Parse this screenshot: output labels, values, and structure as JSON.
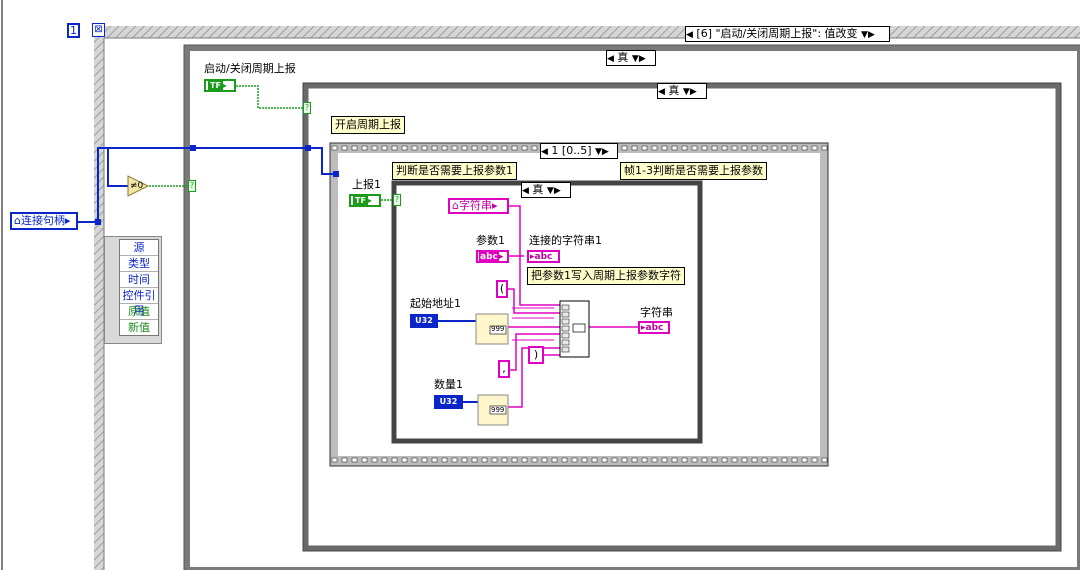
{
  "frame_index": "1",
  "event_structure": {
    "selector": "[6] \"启动/关闭周期上报\": 值改变",
    "ref_label": "连接句柄",
    "event_data_items": [
      "源",
      "类型",
      "时间",
      "控件引用",
      "原值",
      "新值"
    ],
    "not_equal_zero_glyph": "≠0",
    "question_mark": "?"
  },
  "outer_case": {
    "selector": "真",
    "control_label": "启动/关闭周期上报",
    "bool_text": "TF"
  },
  "inner_case": {
    "selector": "真",
    "comment": "开启周期上报"
  },
  "stacked_sequence": {
    "selector": "1 [0..5]",
    "comment_left": "判断是否需要上报参数1",
    "comment_right": "帧1-3判断是否需要上报参数"
  },
  "param_block": {
    "report_label": "上报1",
    "bool_text": "TF",
    "case_selector": "真",
    "string_ref_label": "字符串",
    "param_label": "参数1",
    "concat_label": "连接的字符串1",
    "comment": "把参数1写入周期上报参数字符",
    "start_addr_label": "起始地址1",
    "count_label": "数量1",
    "u32_text": "U32",
    "abc_text": "abc",
    "output_label": "字符串",
    "const_open": "(",
    "const_close": ")",
    "const_comma": ",",
    "format_num": "999"
  },
  "colors": {
    "event_border": "#b7b7b7",
    "blue_wire": "#0a25c8",
    "green_wire": "#1a9b1a",
    "pink_wire": "#e000c0",
    "comment_bg": "#ffffcc"
  }
}
